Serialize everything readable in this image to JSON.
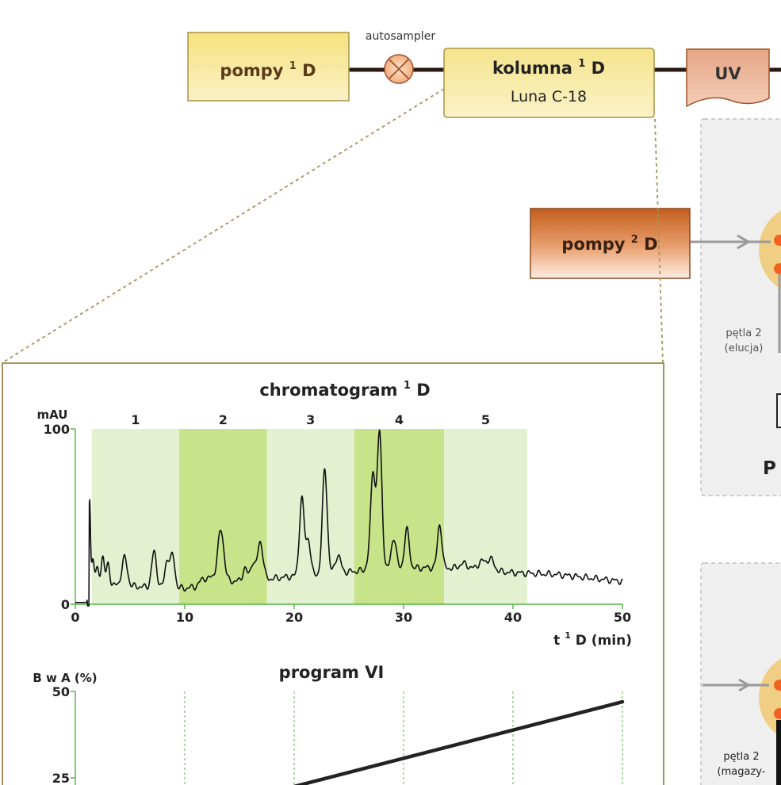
{
  "top": {
    "pompy1_label": "pompy",
    "pompy1_sup": "1",
    "pompy1_suffix": "D",
    "autosampler_label": "autosampler",
    "kolumna_title": "kolumna",
    "kolumna_sup": "1",
    "kolumna_suffix": "D",
    "kolumna_sub": "Luna C-18",
    "uv_label": "UV"
  },
  "mid": {
    "pompy2_label": "pompy",
    "pompy2_sup": "2",
    "pompy2_suffix": "D"
  },
  "right_panel_1": {
    "loop_line1": "pętla  2",
    "loop_line2": "(elucja)",
    "partial_caption": "P"
  },
  "right_panel_2": {
    "loop_line1": "pętla 2",
    "loop_line2": "(magazy-"
  },
  "colors": {
    "yellow_box": "#f7e79a",
    "yellow_border": "#b39a3a",
    "orange_box_top": "#c45e1c",
    "orange_box_bottom": "#fde5d2",
    "uv_box": "#e8b196",
    "uv_border": "#a0522d",
    "fraction_light": "#e3f1d0",
    "fraction_dark": "#c7e48a",
    "axis_green": "#54b948",
    "panel_bg": "#efefef"
  },
  "chart_data": [
    {
      "type": "line",
      "title": "chromatogram",
      "title_sup": "1",
      "title_suffix": "D",
      "ylabel": "mAU",
      "xlabel": "t",
      "xlabel_sup": "1",
      "xlabel_suffix": "D (min)",
      "xlim": [
        0,
        50
      ],
      "ylim": [
        0,
        100
      ],
      "xticks": [
        0,
        10,
        20,
        30,
        40,
        50
      ],
      "yticks": [
        0,
        100
      ],
      "fractions": [
        {
          "label": "1",
          "start": 1.5,
          "end": 9.5
        },
        {
          "label": "2",
          "start": 9.5,
          "end": 17.5
        },
        {
          "label": "3",
          "start": 17.5,
          "end": 25.5
        },
        {
          "label": "4",
          "start": 25.5,
          "end": 33.7
        },
        {
          "label": "5",
          "start": 33.7,
          "end": 41.3
        }
      ],
      "baseline": [
        [
          0,
          1
        ],
        [
          1.2,
          1
        ],
        [
          1.5,
          12
        ],
        [
          3,
          11
        ],
        [
          6,
          10
        ],
        [
          9,
          9.5
        ],
        [
          10,
          9
        ],
        [
          11,
          10
        ],
        [
          14,
          13
        ],
        [
          17,
          14
        ],
        [
          20,
          16
        ],
        [
          24,
          18
        ],
        [
          28,
          20
        ],
        [
          33,
          21
        ],
        [
          36,
          20
        ],
        [
          40,
          18
        ],
        [
          44,
          17
        ],
        [
          47,
          15
        ],
        [
          50,
          13
        ]
      ],
      "peaks": [
        {
          "t": 1.3,
          "h": 55,
          "w": 0.08
        },
        {
          "t": 1.6,
          "h": 14,
          "w": 0.12
        },
        {
          "t": 2.0,
          "h": 8,
          "w": 0.15
        },
        {
          "t": 2.5,
          "h": 16,
          "w": 0.15
        },
        {
          "t": 3.0,
          "h": 12,
          "w": 0.15
        },
        {
          "t": 4.5,
          "h": 16,
          "w": 0.25
        },
        {
          "t": 7.2,
          "h": 20,
          "w": 0.22
        },
        {
          "t": 8.4,
          "h": 16,
          "w": 0.2
        },
        {
          "t": 8.9,
          "h": 18,
          "w": 0.2
        },
        {
          "t": 11.7,
          "h": 4,
          "w": 0.3
        },
        {
          "t": 12.5,
          "h": 4,
          "w": 0.3
        },
        {
          "t": 13.3,
          "h": 30,
          "w": 0.28
        },
        {
          "t": 15.5,
          "h": 7,
          "w": 0.2
        },
        {
          "t": 16.2,
          "h": 10,
          "w": 0.2
        },
        {
          "t": 16.9,
          "h": 22,
          "w": 0.25
        },
        {
          "t": 20.7,
          "h": 44,
          "w": 0.22
        },
        {
          "t": 21.3,
          "h": 20,
          "w": 0.2
        },
        {
          "t": 22.8,
          "h": 60,
          "w": 0.22
        },
        {
          "t": 24.0,
          "h": 10,
          "w": 0.25
        },
        {
          "t": 26.8,
          "h": 5,
          "w": 0.2
        },
        {
          "t": 27.2,
          "h": 55,
          "w": 0.2
        },
        {
          "t": 27.8,
          "h": 78,
          "w": 0.22
        },
        {
          "t": 29.1,
          "h": 18,
          "w": 0.22
        },
        {
          "t": 30.3,
          "h": 22,
          "w": 0.22
        },
        {
          "t": 33.3,
          "h": 25,
          "w": 0.2
        },
        {
          "t": 35.5,
          "h": 3,
          "w": 0.4
        },
        {
          "t": 37.2,
          "h": 5,
          "w": 0.4
        },
        {
          "t": 38.0,
          "h": 6,
          "w": 0.3
        }
      ]
    },
    {
      "type": "line",
      "title": "program VI",
      "ylabel": "B w A (%)",
      "xlim": [
        0,
        50
      ],
      "ylim": [
        0,
        50
      ],
      "yticks": [
        25,
        50
      ],
      "dashed_x": [
        10,
        20,
        30,
        40,
        50
      ],
      "series": [
        {
          "x": [
            20,
            50
          ],
          "y": [
            22.5,
            47
          ]
        }
      ]
    }
  ]
}
